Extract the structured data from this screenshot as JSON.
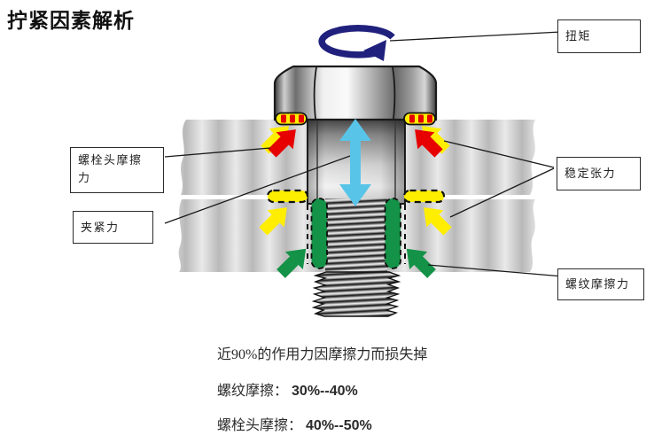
{
  "title": "拧紧因素解析",
  "labels": {
    "torque": "扭矩",
    "bolt_head_friction": "螺栓头摩擦力",
    "clamping_force": "夹紧力",
    "stable_tension": "稳定张力",
    "thread_friction": "螺纹摩擦力"
  },
  "notes": {
    "headline": "近90%的作用力因摩擦力而损失掉",
    "items": [
      {
        "label": "螺纹摩擦：",
        "value": "30%--40%"
      },
      {
        "label": "螺栓头摩擦：",
        "value": "40%--50%"
      }
    ]
  },
  "icons": {
    "torque_rotation_icon": "navy elliptical rotation arrow above bolt head",
    "tension_arrow_icon": "cyan vertical double-headed arrow in bolt shank",
    "head_friction_arrow_icons": "red arrows with yellow shadow pointing at under-head contact",
    "joint_friction_arrow_icons": "yellow arrows pointing at plate joint capsules",
    "thread_friction_arrow_icons": "green arrows pointing at engaged-thread capsules"
  },
  "colors": {
    "torque_navy": "#20207d",
    "tension_cyan": "#58c5e8",
    "friction_red": "#e60000",
    "friction_yellow": "#ffee00",
    "thread_green": "#149247",
    "plate_gray_light": "#e8e8e8",
    "plate_gray_dark": "#b9b9b9"
  }
}
